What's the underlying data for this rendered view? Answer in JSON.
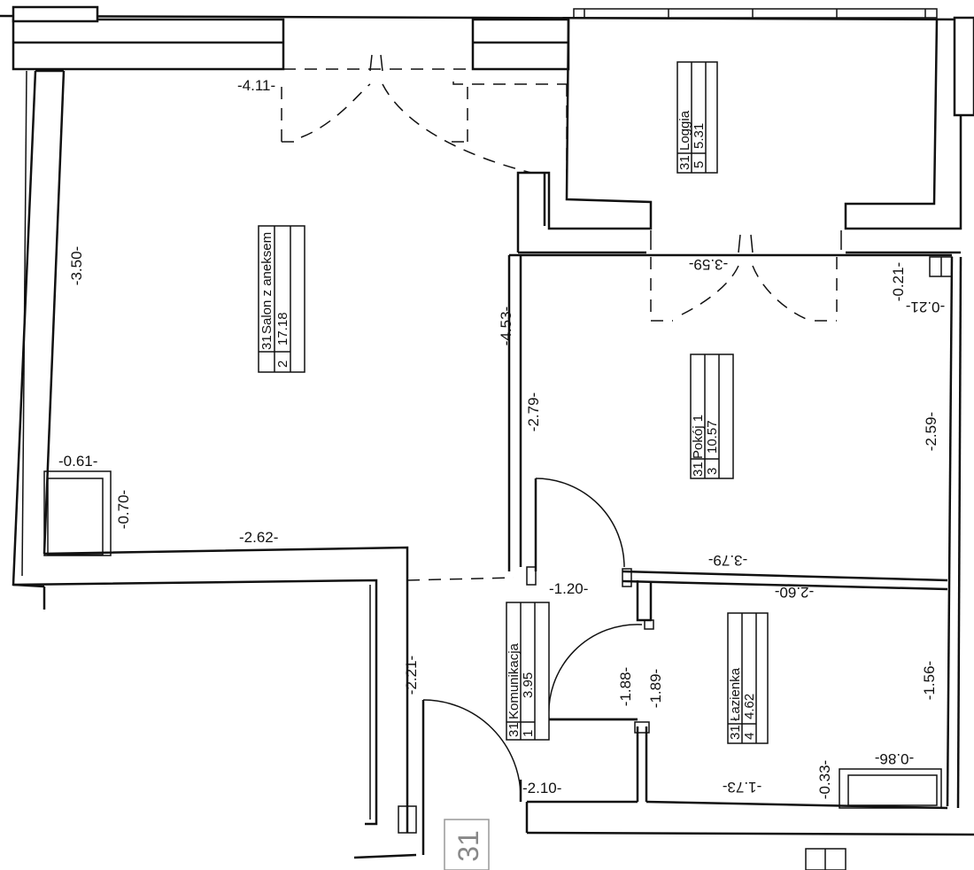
{
  "rooms": {
    "salon": {
      "unit": "31",
      "name": "Salon z aneksem",
      "number": "2",
      "area": "17.18"
    },
    "loggia": {
      "unit": "31",
      "name": "Loggia",
      "number": "5",
      "area": "5.31"
    },
    "pokoj": {
      "unit": "31",
      "name": "Pokój 1",
      "number": "3",
      "area": "10.57"
    },
    "komunikacja": {
      "unit": "31",
      "name": "Komunikacja",
      "number": "1",
      "area": "3.95"
    },
    "lazienka": {
      "unit": "31",
      "name": "Łazienka",
      "number": "4",
      "area": "4.62"
    }
  },
  "dimensions": {
    "d411": "-4.11-",
    "d350": "-3.50-",
    "d453": "-4.53-",
    "d279": "-2.79-",
    "d359": "-3.59-",
    "d021a": "-0.21-",
    "d021b": "-0.21-",
    "d259": "-2.59-",
    "d061": "-0.61-",
    "d070": "-0.70-",
    "d262": "-2.62-",
    "d379": "-3.79-",
    "d120": "-1.20-",
    "d260": "-2.60-",
    "d221": "-2.21-",
    "d188": "-1.88-",
    "d189": "-1.89-",
    "d156": "-1.56-",
    "d033": "-0.33-",
    "d086": "-0.86-",
    "d210": "-2.10-",
    "d173": "-1.73-"
  },
  "unit_label": "31"
}
